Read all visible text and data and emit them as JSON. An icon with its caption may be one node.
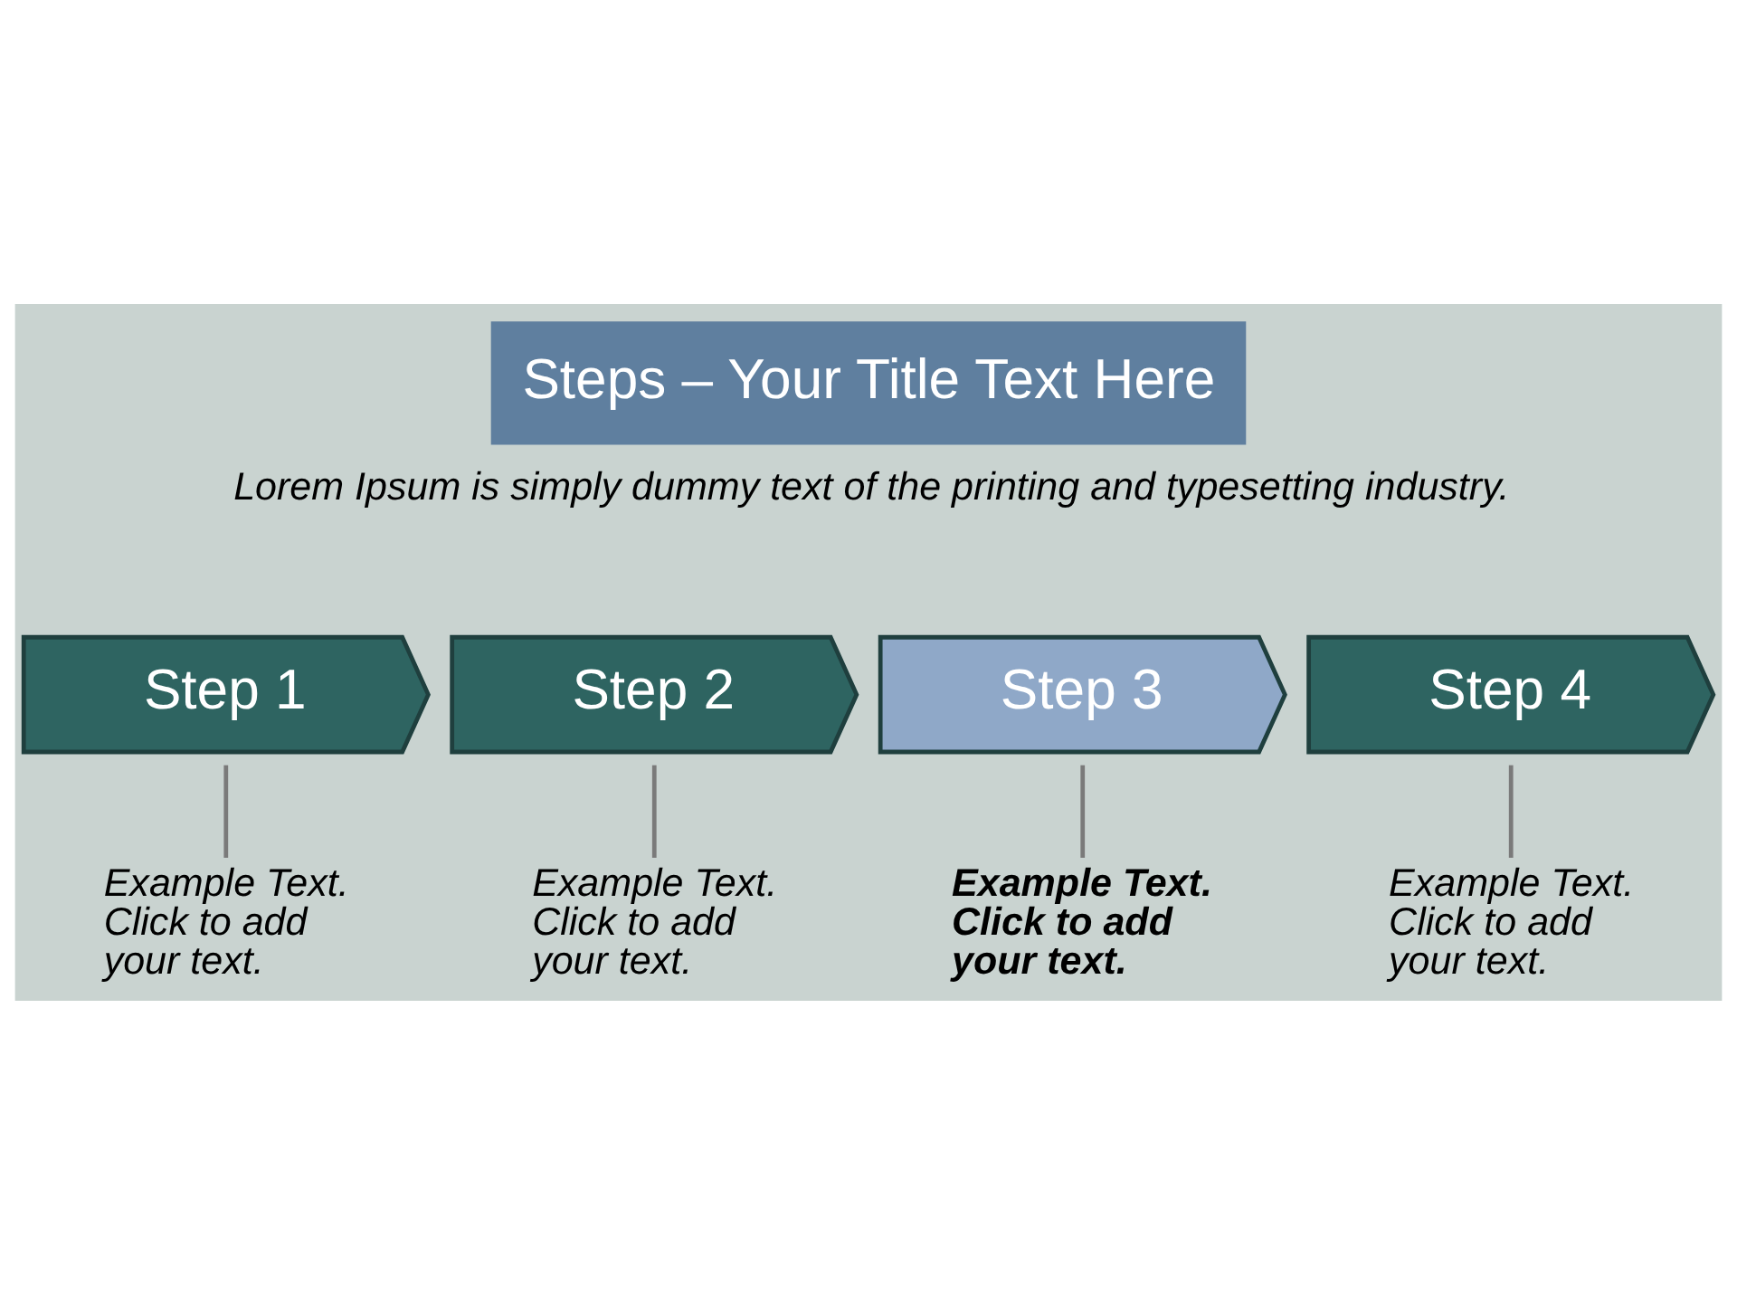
{
  "diagram": {
    "title": "Steps – Your Title Text Here",
    "nodes": [
      {
        "text": [
          "Step 1"
        ]
      },
      {
        "text": [
          "Step 2"
        ]
      },
      {
        "text": [
          "Step 3"
        ]
      },
      {
        "text": [
          "Step 4"
        ]
      },
      {
        "text": [
          "Example Text. Click to add your text."
        ]
      },
      {
        "text": [
          "Example Text. Click to add your text."
        ]
      },
      {
        "text": [
          "Example Text. Click to add your text."
        ]
      },
      {
        "text": [
          "Example Text. Click to add your text."
        ]
      }
    ],
    "edges": [
      {
        "from": 0,
        "to": 4,
        "arrow": "none"
      },
      {
        "from": 1,
        "to": 5,
        "arrow": "none"
      },
      {
        "from": 2,
        "to": 6,
        "arrow": "none"
      },
      {
        "from": 3,
        "to": 7,
        "arrow": "none"
      }
    ],
    "labels": [
      "Lorem Ipsum is simply dummy text of the printing and typesetting industry."
    ]
  }
}
